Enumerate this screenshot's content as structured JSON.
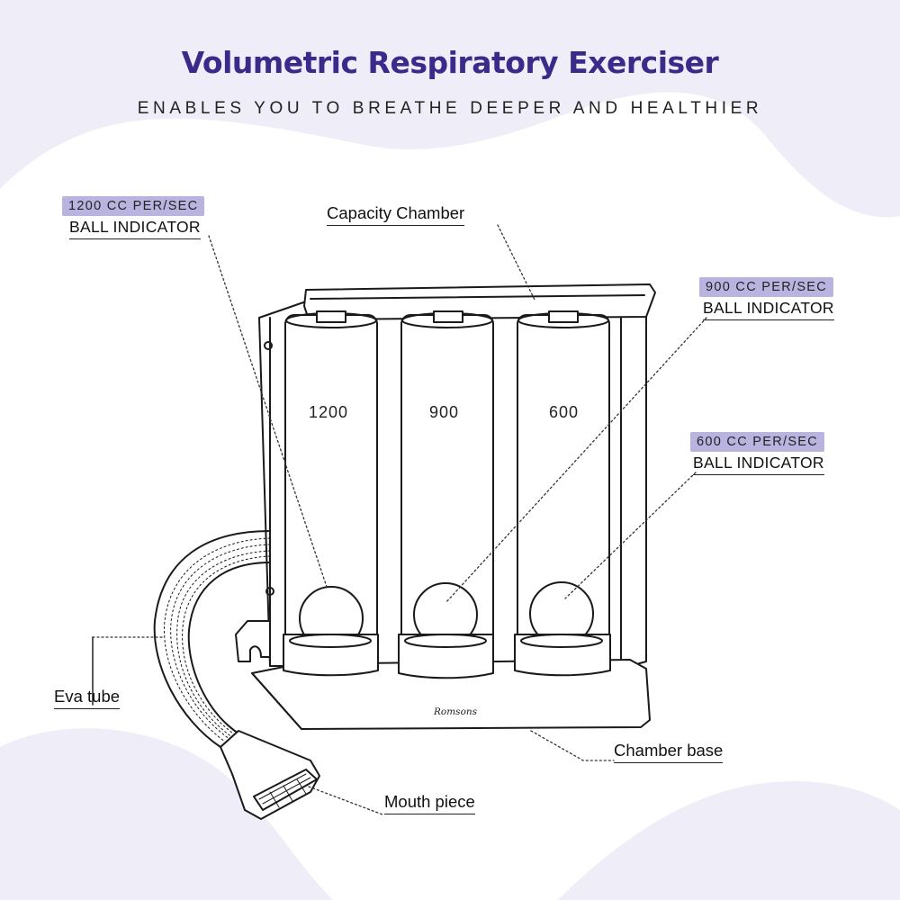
{
  "title": "Volumetric Respiratory Exerciser",
  "subtitle": "ENABLES YOU TO BREATHE DEEPER AND HEALTHIER",
  "colors": {
    "title": "#3b2a8a",
    "badge": "#b9b3e0",
    "background_wave": "#ecebf7"
  },
  "labels": {
    "ball1200_badge": "1200 CC PER/SEC",
    "ball1200_label": "BALL INDICATOR",
    "capacity_chamber": "Capacity Chamber",
    "ball900_badge": "900 CC PER/SEC",
    "ball900_label": "BALL INDICATOR",
    "ball600_badge": "600 CC PER/SEC",
    "ball600_label": "BALL INDICATOR",
    "eva_tube": "Eva tube",
    "chamber_base": "Chamber base",
    "mouth_piece": "Mouth piece"
  },
  "chambers": {
    "c1": "1200",
    "c2": "900",
    "c3": "600"
  },
  "brand": "Romsons"
}
